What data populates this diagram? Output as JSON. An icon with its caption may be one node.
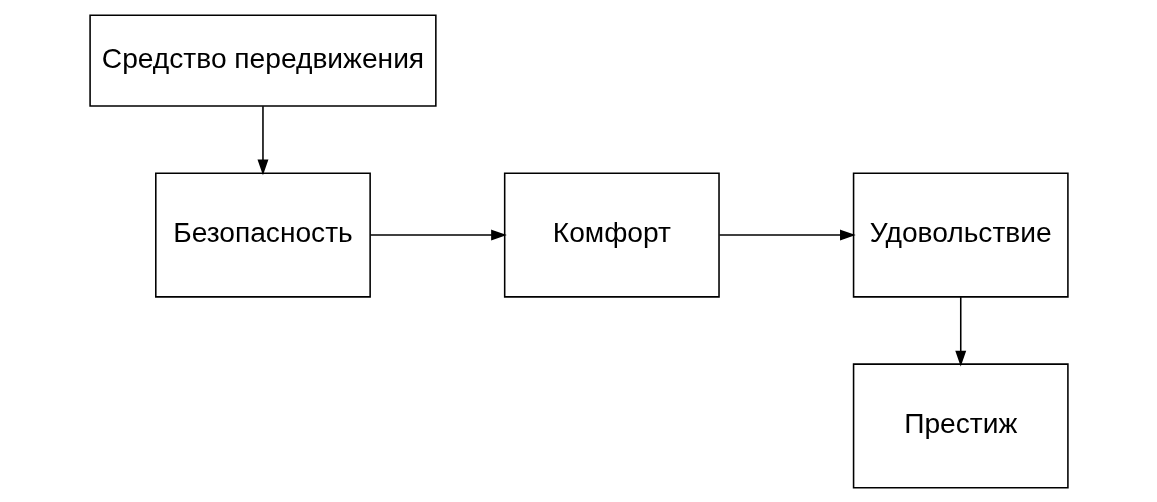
{
  "diagram": {
    "nodes": [
      {
        "text": [
          "Средство передвижения"
        ]
      },
      {
        "text": [
          "Безопасность"
        ]
      },
      {
        "text": [
          "Комфорт"
        ]
      },
      {
        "text": [
          "Удовольствие"
        ]
      },
      {
        "text": [
          "Престиж"
        ]
      }
    ],
    "edges": [
      {
        "from": 0,
        "to": 1,
        "arrow": "to"
      },
      {
        "from": 1,
        "to": 2,
        "arrow": "to"
      },
      {
        "from": 2,
        "to": 3,
        "arrow": "to"
      },
      {
        "from": 3,
        "to": 4,
        "arrow": "to"
      }
    ]
  }
}
